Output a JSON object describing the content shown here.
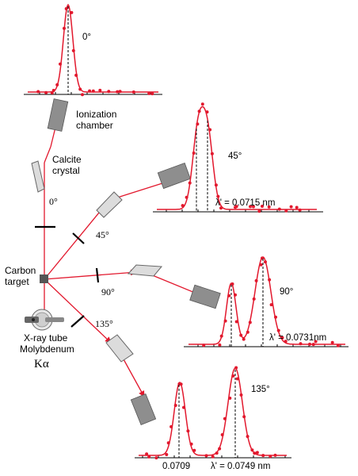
{
  "labels": {
    "ionization_chamber": [
      "Ionization",
      "chamber"
    ],
    "calcite_crystal": [
      "Calcite",
      "crystal"
    ],
    "carbon_target": [
      "Carbon",
      "target"
    ],
    "xray_tube": [
      "X-ray tube",
      "Molybdenum",
      "Kα"
    ]
  },
  "beam_angles": [
    "0°",
    "45°",
    "90°",
    "135°"
  ],
  "plots": {
    "p0": {
      "angle_label": "0°"
    },
    "p45": {
      "angle_label": "45°",
      "wavelength_label": "λ' = 0.0715 nm"
    },
    "p90": {
      "angle_label": "90°",
      "wavelength_label": "λ' = 0.0731nm"
    },
    "p135": {
      "angle_label": "135°",
      "wavelength_label": "λ' = 0.0749 nm",
      "unshifted_label": "0.0709"
    }
  },
  "colors": {
    "beam": "#e2182d",
    "curve": "#e2182d",
    "points": "#e2182d",
    "device": "#8e8e8e"
  },
  "icons": [
    "xray-tube-icon",
    "crystal-icon",
    "detector-icon",
    "slit-icon"
  ]
}
